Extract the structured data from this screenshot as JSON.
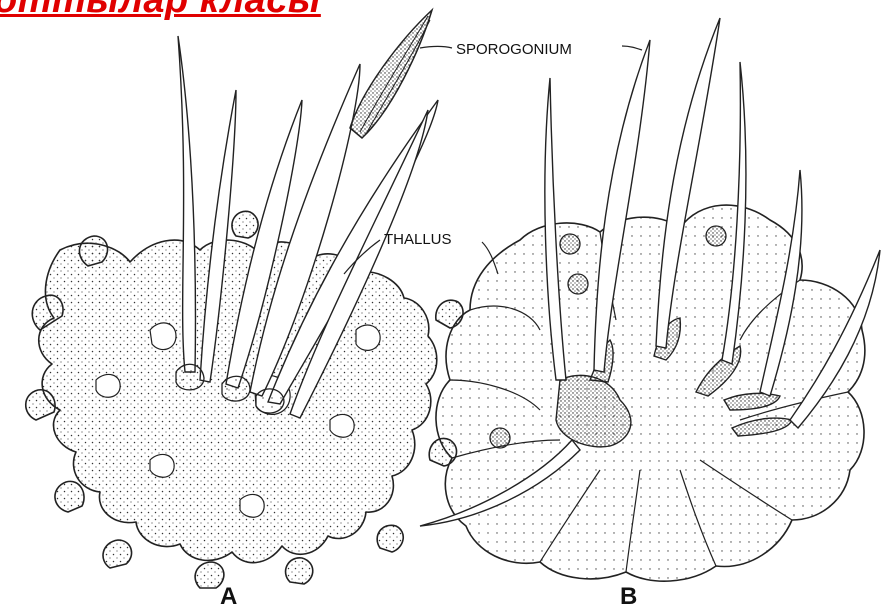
{
  "title": "оттылар класы",
  "labels": {
    "sporogonium": "SPOROGONIUM",
    "thallus": "THALLUS",
    "figure_a": "A",
    "figure_b": "B"
  }
}
